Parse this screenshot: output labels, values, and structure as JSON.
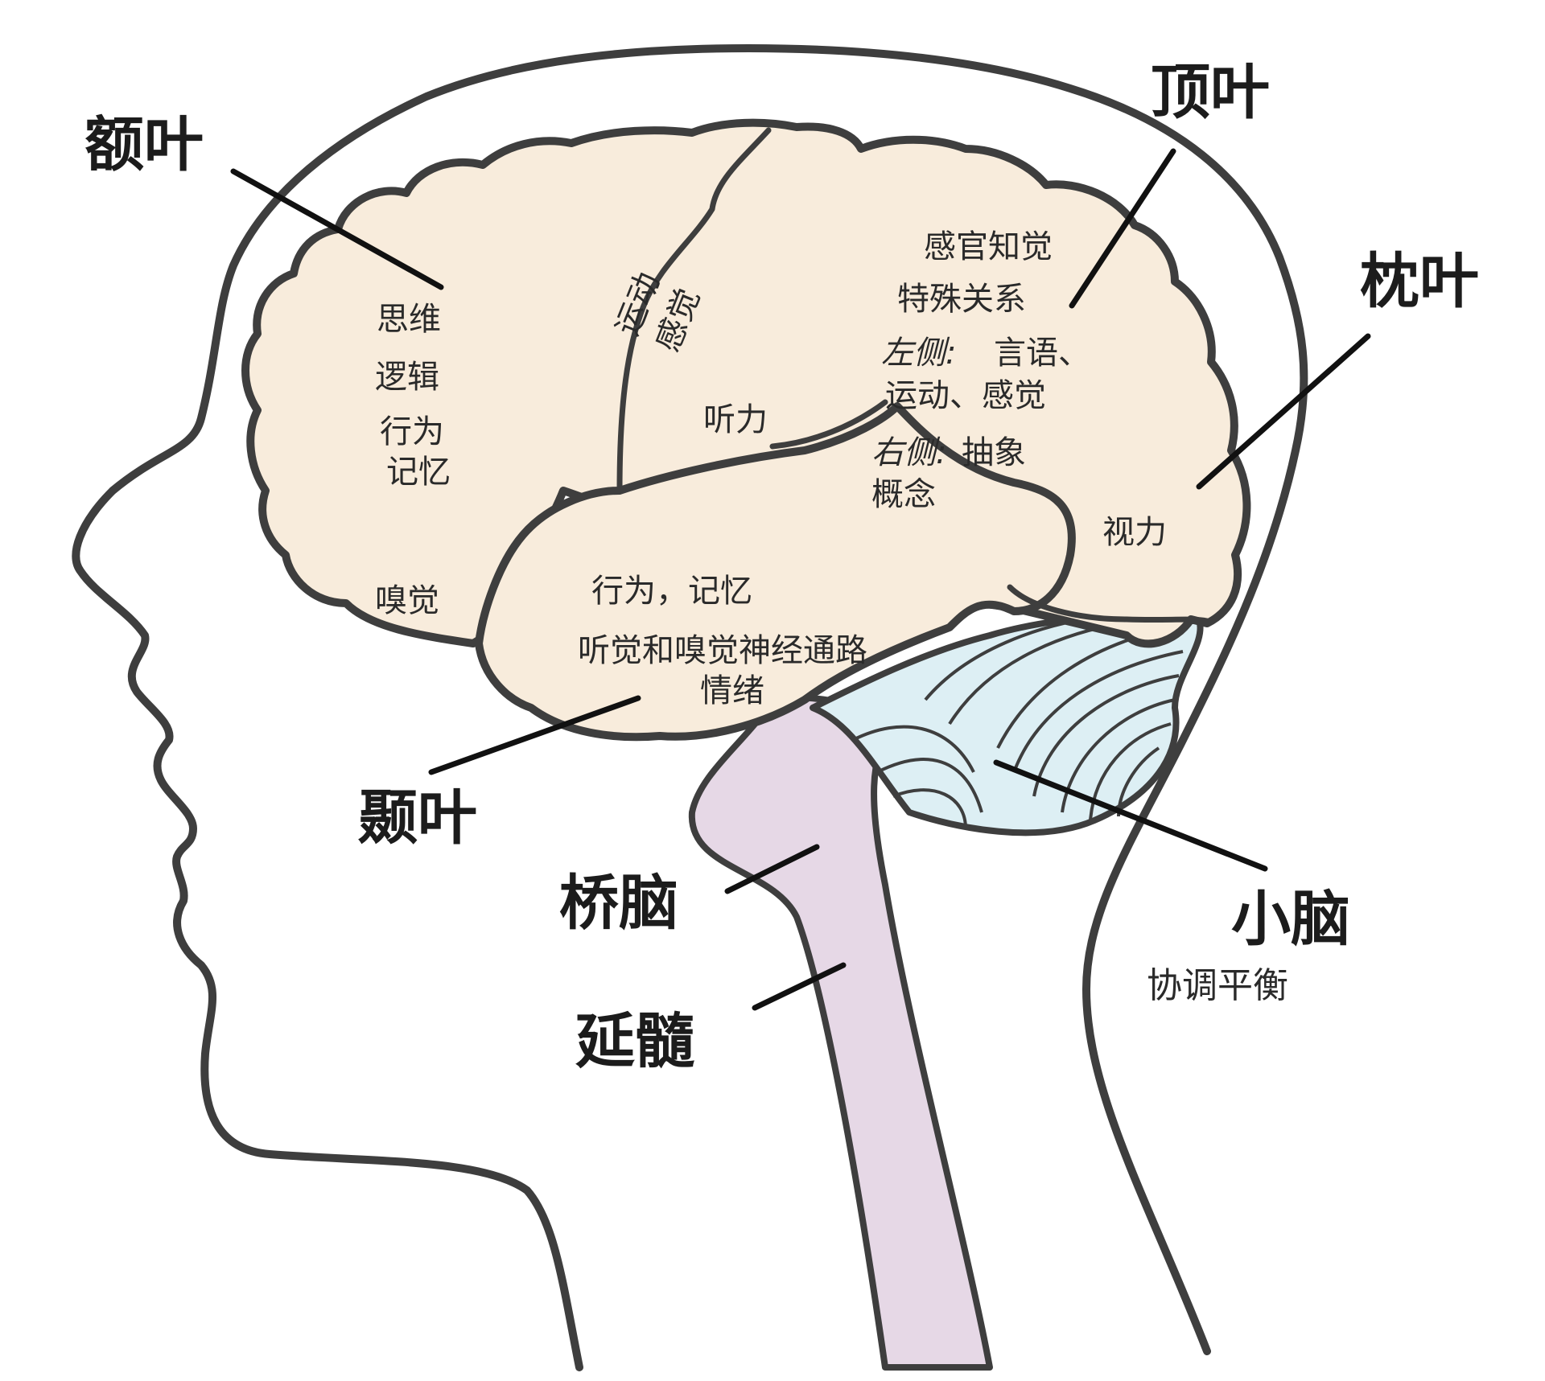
{
  "colors": {
    "brain_fill": "#f8ecdc",
    "brainstem_fill": "#e6d8e6",
    "cerebellum_fill": "#ddeff4",
    "outline": "#3e3e3e",
    "leader": "#111111",
    "text": "#1c1c1c"
  },
  "lobes": {
    "frontal": {
      "name": "额叶",
      "functions": [
        "思维",
        "逻辑",
        "行为",
        "记忆",
        "嗅觉"
      ]
    },
    "parietal": {
      "name": "顶叶",
      "functions": {
        "line1": "感官知觉",
        "line2": "特殊关系",
        "left_prefix": "左侧:",
        "left_line1": "言语、",
        "left_line2": "运动、感觉",
        "right_prefix": "右侧:",
        "right_line1": "抽象",
        "right_line2": "概念"
      }
    },
    "motor_strip": {
      "motor": "运动",
      "sensory": "感觉"
    },
    "hearing": "听力",
    "occipital": {
      "name": "枕叶",
      "function": "视力"
    },
    "temporal": {
      "name": "颞叶",
      "functions": [
        "行为，记忆",
        "听觉和嗅觉神经通路",
        "情绪"
      ]
    },
    "cerebellum": {
      "name": "小脑",
      "function": "协调平衡"
    },
    "pons": {
      "name": "桥脑"
    },
    "medulla": {
      "name": "延髓"
    }
  }
}
